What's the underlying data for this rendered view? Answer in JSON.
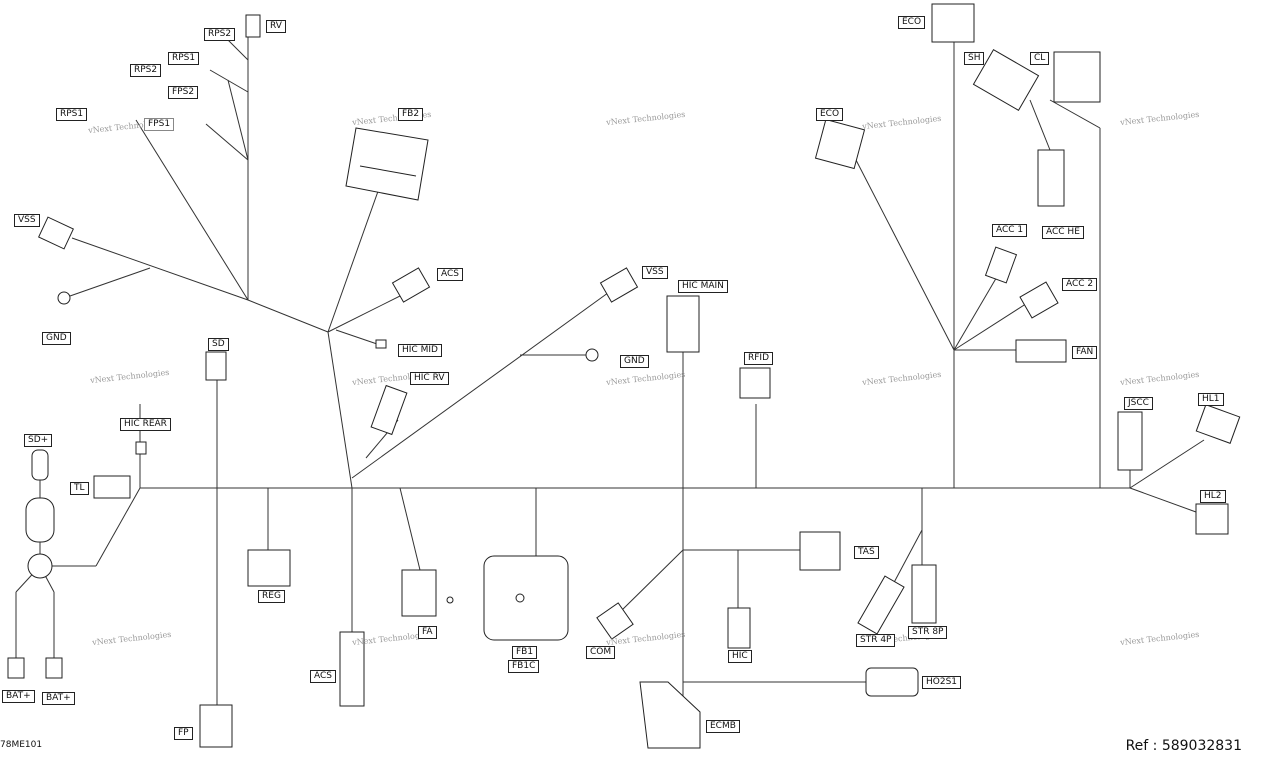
{
  "doc_id": "78ME101",
  "ref": "Ref : 589032831",
  "watermark": "vNext Technologies",
  "labels": {
    "rv": "RV",
    "rps2_top": "RPS2",
    "rps1_top": "RPS1",
    "rps2": "RPS2",
    "fps2": "FPS2",
    "rps1": "RPS1",
    "fps1": "FPS1",
    "fb2": "FB2",
    "vss_left": "VSS",
    "gnd_left": "GND",
    "acs_top": "ACS",
    "hic_mid": "HIC MID",
    "sd": "SD",
    "hic_rv": "HIC RV",
    "vss_mid": "VSS",
    "hic_main": "HIC MAIN",
    "gnd_mid": "GND",
    "rfid": "RFID",
    "eco_top": "ECO",
    "sh": "SH",
    "cl": "CL",
    "eco_mid": "ECO",
    "acc_he": "ACC HE",
    "acc1": "ACC 1",
    "acc2": "ACC 2",
    "fan": "FAN",
    "jscc": "JSCC",
    "hl1": "HL1",
    "hl2": "HL2",
    "sd_plus": "SD+",
    "hic_rear": "HIC REAR",
    "tl": "TL",
    "reg": "REG",
    "fa": "FA",
    "fb1": "FB1",
    "fb1c": "FB1C",
    "com": "COM",
    "tas": "TAS",
    "hic_bottom": "HIC",
    "str4p": "STR 4P",
    "str8p": "STR 8P",
    "ho2s1": "HO2S1",
    "ecmb": "ECMB",
    "acs_bottom": "ACS",
    "fp": "FP",
    "bat_left": "BAT+",
    "bat_right": "BAT+"
  }
}
